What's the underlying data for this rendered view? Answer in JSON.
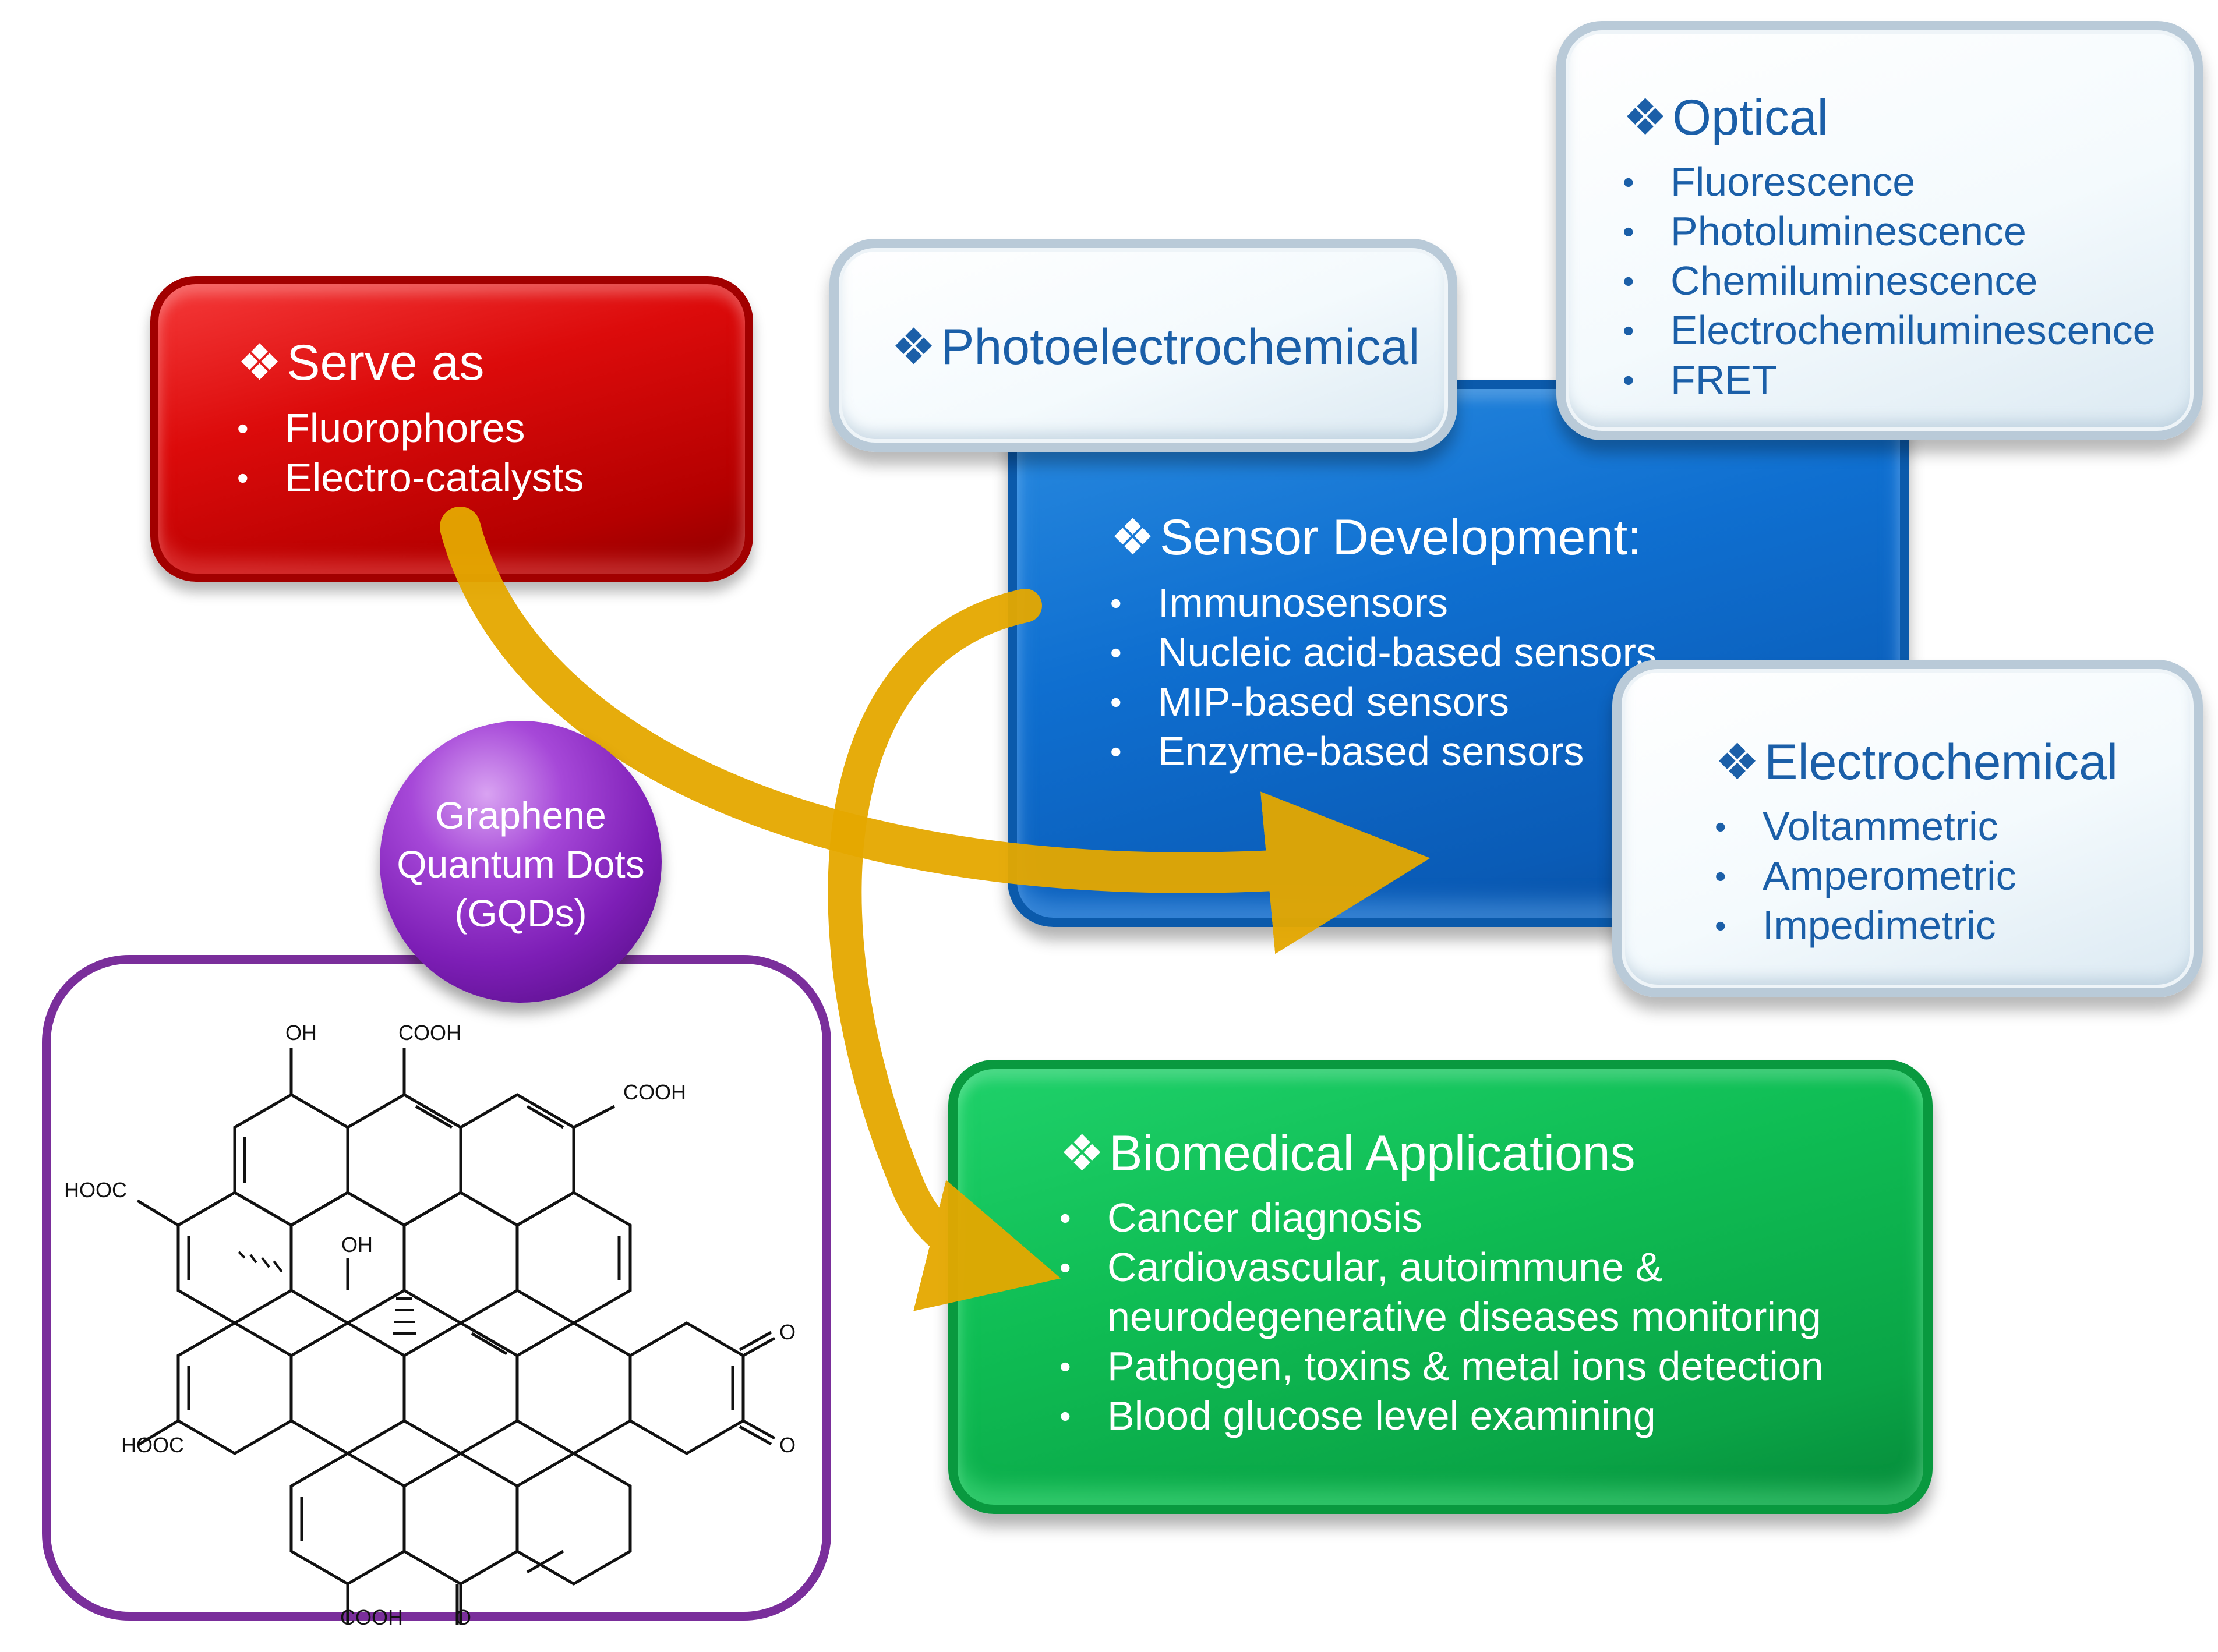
{
  "central": {
    "line1": "Graphene",
    "line2": "Quantum Dots",
    "line3": "(GQDs)"
  },
  "serve": {
    "title": "Serve as",
    "items": [
      "Fluorophores",
      "Electro-catalysts"
    ]
  },
  "photoelectrochemical": {
    "title": "Photoelectrochemical"
  },
  "optical": {
    "title": "Optical",
    "items": [
      "Fluorescence",
      "Photoluminescence",
      "Chemiluminescence",
      "Electrochemiluminescence",
      "FRET"
    ]
  },
  "sensor": {
    "title": "Sensor Development:",
    "items": [
      "Immunosensors",
      "Nucleic acid-based sensors",
      "MIP-based sensors",
      "Enzyme-based sensors"
    ]
  },
  "electrochemical": {
    "title": "Electrochemical",
    "items": [
      "Voltammetric",
      "Amperometric",
      "Impedimetric"
    ]
  },
  "biomedical": {
    "title": "Biomedical Applications",
    "items": [
      "Cancer diagnosis",
      "Cardiovascular, autoimmune &",
      "neurodegenerative diseases monitoring",
      "Pathogen, toxins & metal ions detection",
      "Blood glucose level examining"
    ]
  },
  "structure_labels": {
    "oh_top": "OH",
    "cooh_top": "COOH",
    "cooh_right": "COOH",
    "hooc_left": "HOOC",
    "oh_center": "OH",
    "o_right1": "O",
    "hooc_bottom_left": "HOOC",
    "o_right2": "O",
    "cooh_bottom": "COOH",
    "o_bottom": "O"
  },
  "colors": {
    "red": "#dc0b0b",
    "blue": "#0f6fd0",
    "green": "#0fbd54",
    "purple": "#7d1eb6",
    "arrow": "#e5a800",
    "text_blue": "#1b5fa8"
  }
}
